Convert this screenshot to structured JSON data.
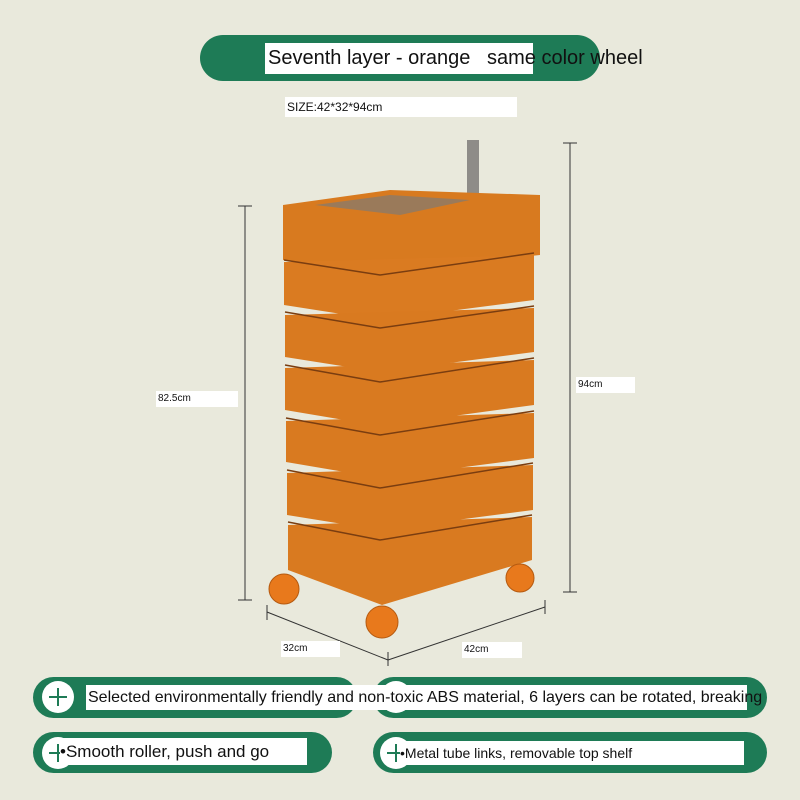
{
  "header": {
    "title": "Seventh layer - orange   same color wheel",
    "size": "SIZE:42*32*94cm"
  },
  "dimensions": {
    "height_body": "82.5cm",
    "height_total": "94cm",
    "depth": "32cm",
    "width": "42cm"
  },
  "features": [
    {
      "icon": "plus-icon",
      "text": "Selected environmentally friendly and non-toxic ABS material, 6 layers can be rotated, breaking"
    },
    {
      "icon": "plus-icon",
      "text": "•Smooth roller, push and go"
    },
    {
      "icon": "plus-icon",
      "text": "•Metal tube links, removable top shelf"
    }
  ],
  "colors": {
    "accent": "#1e7b56",
    "product": "#d9781e",
    "background": "#e9e9dc"
  }
}
